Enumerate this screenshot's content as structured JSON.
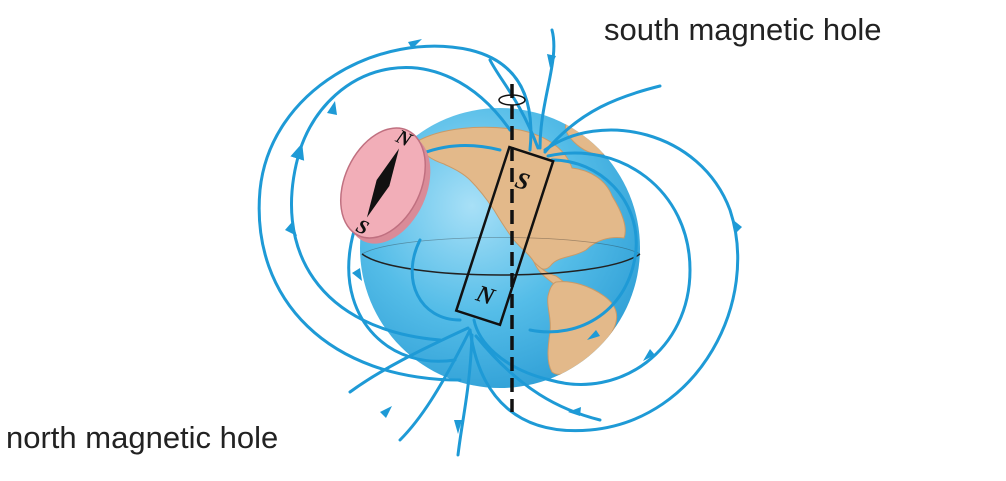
{
  "labels": {
    "south_pole": "south magnetic hole",
    "north_pole": "north magnetic hole"
  },
  "bar_magnet": {
    "upper_pole": "S",
    "lower_pole": "N"
  },
  "compass": {
    "top_letter": "N",
    "bottom_letter": "S"
  },
  "colors": {
    "field_line": "#1e9ad6",
    "ocean": "#55bde8",
    "land": "#e3b98a",
    "compass_face": "#f2aeb8",
    "axis": "#111111"
  }
}
